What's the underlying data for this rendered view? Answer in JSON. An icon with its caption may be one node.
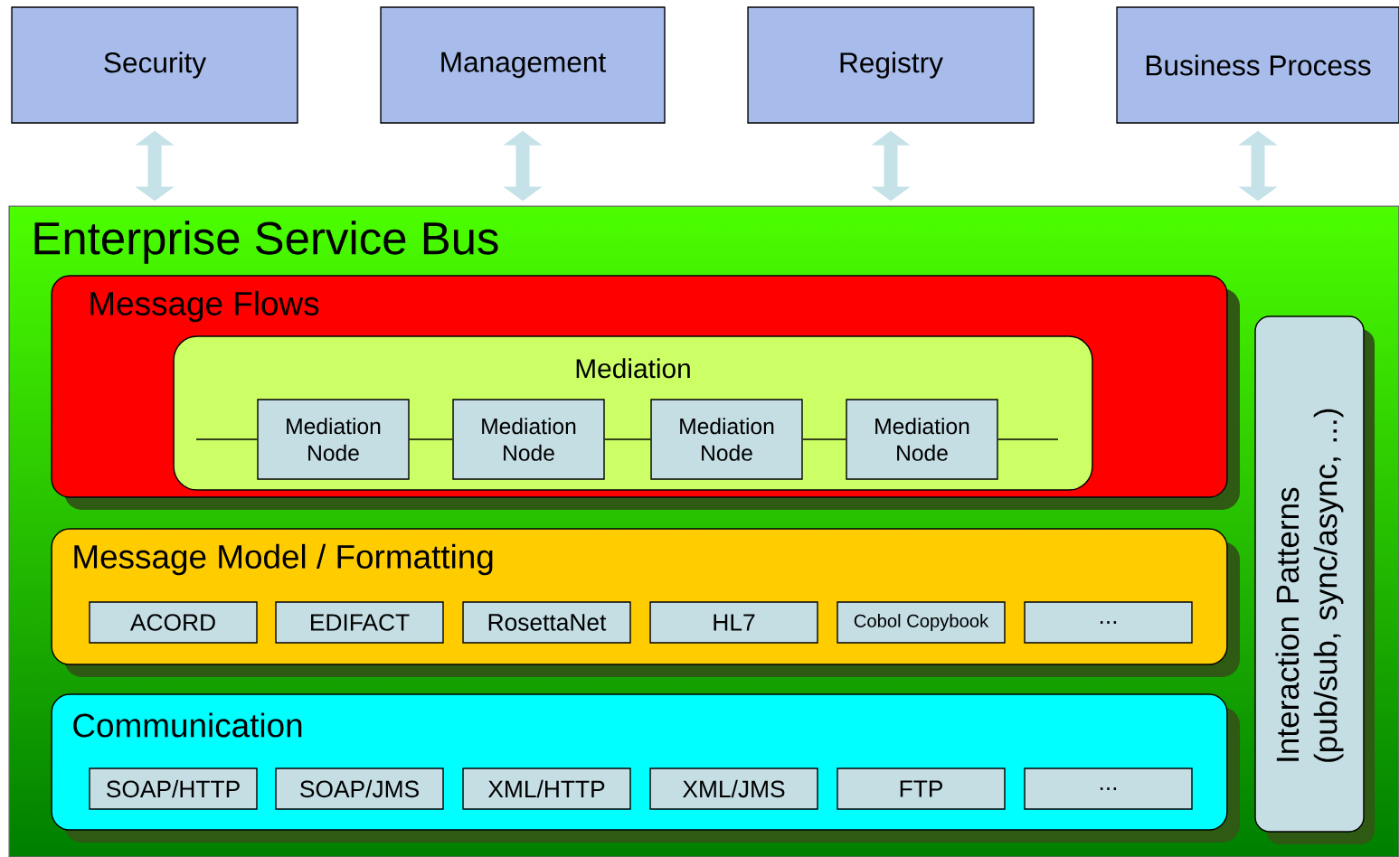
{
  "diagram": {
    "nodes": [
      {
        "text": [
          "Security"
        ]
      },
      {
        "text": [
          "Management"
        ]
      },
      {
        "text": [
          "Registry"
        ]
      },
      {
        "text": [
          "Business Process"
        ]
      },
      {
        "text": [
          "Enterprise Service Bus"
        ]
      },
      {
        "text": [
          "Message Flows"
        ],
        "in": 4
      },
      {
        "text": [
          "Mediation"
        ],
        "in": 5
      },
      {
        "text": [
          "Mediation Node"
        ],
        "in": 6
      },
      {
        "text": [
          "Mediation Node"
        ],
        "in": 6
      },
      {
        "text": [
          "Mediation Node"
        ],
        "in": 6
      },
      {
        "text": [
          "Mediation Node"
        ],
        "in": 6
      },
      {
        "text": [
          "Message Model / Formatting"
        ],
        "in": 4
      },
      {
        "text": [
          "ACORD"
        ],
        "in": 11
      },
      {
        "text": [
          "EDIFACT"
        ],
        "in": 11
      },
      {
        "text": [
          "RosettaNet"
        ],
        "in": 11
      },
      {
        "text": [
          "HL7"
        ],
        "in": 11
      },
      {
        "text": [
          "Cobol Copybook"
        ],
        "in": 11
      },
      {
        "text": [
          "..."
        ],
        "in": 11
      },
      {
        "text": [
          "Communication"
        ],
        "in": 4
      },
      {
        "text": [
          "SOAP/HTTP"
        ],
        "in": 18
      },
      {
        "text": [
          "SOAP/JMS"
        ],
        "in": 18
      },
      {
        "text": [
          "XML/HTTP"
        ],
        "in": 18
      },
      {
        "text": [
          "XML/JMS"
        ],
        "in": 18
      },
      {
        "text": [
          "FTP"
        ],
        "in": 18
      },
      {
        "text": [
          "..."
        ],
        "in": 18
      },
      {
        "text": [
          "Interaction Patterns (pub/sub, sync/async, ...)"
        ],
        "in": 4
      }
    ],
    "edges": [
      {
        "from": 0,
        "to": 4,
        "arrow": "both",
        "style": "thick",
        "color": "#c4e2e8"
      },
      {
        "from": 1,
        "to": 4,
        "arrow": "both",
        "style": "thick",
        "color": "#c4e2e8"
      },
      {
        "from": 2,
        "to": 4,
        "arrow": "both",
        "style": "thick",
        "color": "#c4e2e8"
      },
      {
        "from": 3,
        "to": 4,
        "arrow": "both",
        "style": "thick",
        "color": "#c4e2e8"
      },
      {
        "from": null,
        "to": 7,
        "arrow": "none"
      },
      {
        "from": 7,
        "to": 8,
        "arrow": "none"
      },
      {
        "from": 8,
        "to": 9,
        "arrow": "none"
      },
      {
        "from": 9,
        "to": 10,
        "arrow": "none"
      },
      {
        "from": 10,
        "to": null,
        "arrow": "none"
      }
    ]
  }
}
